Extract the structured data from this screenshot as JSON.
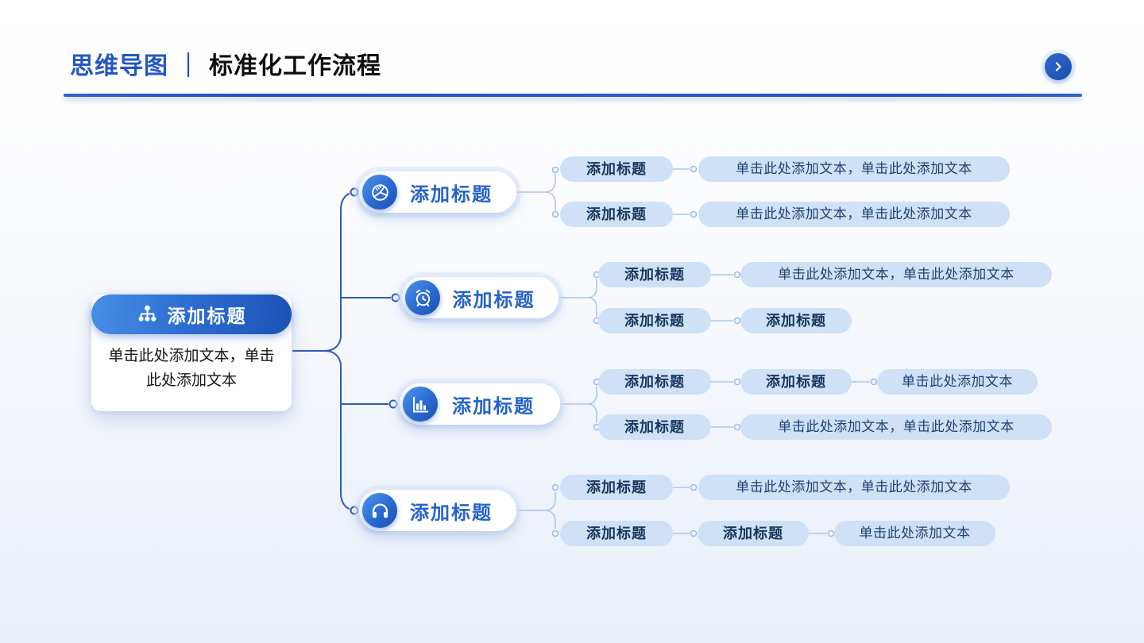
{
  "header": {
    "title_prefix": "思维导图",
    "separator": "｜",
    "title_main": "标准化工作流程"
  },
  "root": {
    "title": "添加标题",
    "description": "单击此处添加文本，单击此处添加文本"
  },
  "branches": [
    {
      "title": "添加标题",
      "icon": "pie-chart",
      "rows": [
        [
          {
            "kind": "title",
            "text": "添加标题"
          },
          {
            "kind": "text",
            "text": "单击此处添加文本，单击此处添加文本"
          }
        ],
        [
          {
            "kind": "title",
            "text": "添加标题"
          },
          {
            "kind": "text",
            "text": "单击此处添加文本，单击此处添加文本"
          }
        ]
      ]
    },
    {
      "title": "添加标题",
      "icon": "alarm-clock",
      "rows": [
        [
          {
            "kind": "title",
            "text": "添加标题"
          },
          {
            "kind": "text",
            "text": "单击此处添加文本，单击此处添加文本"
          }
        ],
        [
          {
            "kind": "title",
            "text": "添加标题"
          },
          {
            "kind": "title",
            "text": "添加标题"
          }
        ]
      ]
    },
    {
      "title": "添加标题",
      "icon": "bar-chart",
      "rows": [
        [
          {
            "kind": "title",
            "text": "添加标题"
          },
          {
            "kind": "title",
            "text": "添加标题"
          },
          {
            "kind": "text",
            "text": "单击此处添加文本"
          }
        ],
        [
          {
            "kind": "title",
            "text": "添加标题"
          },
          {
            "kind": "text",
            "text": "单击此处添加文本，单击此处添加文本"
          }
        ]
      ]
    },
    {
      "title": "添加标题",
      "icon": "headphones",
      "rows": [
        [
          {
            "kind": "title",
            "text": "添加标题"
          },
          {
            "kind": "text",
            "text": "单击此处添加文本，单击此处添加文本"
          }
        ],
        [
          {
            "kind": "title",
            "text": "添加标题"
          },
          {
            "kind": "title",
            "text": "添加标题"
          },
          {
            "kind": "text",
            "text": "单击此处添加文本"
          }
        ]
      ]
    }
  ],
  "colors": {
    "accent_blue": "#2457c5",
    "branch_title_blue": "#2563c9",
    "node_gradient_start": "#4a95ee",
    "node_gradient_end": "#1a4fb2",
    "pill_background": "#cfe1f6",
    "pill_text_navy": "#17365f",
    "connector_dark": "#2c5cb8",
    "connector_light": "#a9c7ee",
    "background_bottom": "#eaeffa"
  }
}
